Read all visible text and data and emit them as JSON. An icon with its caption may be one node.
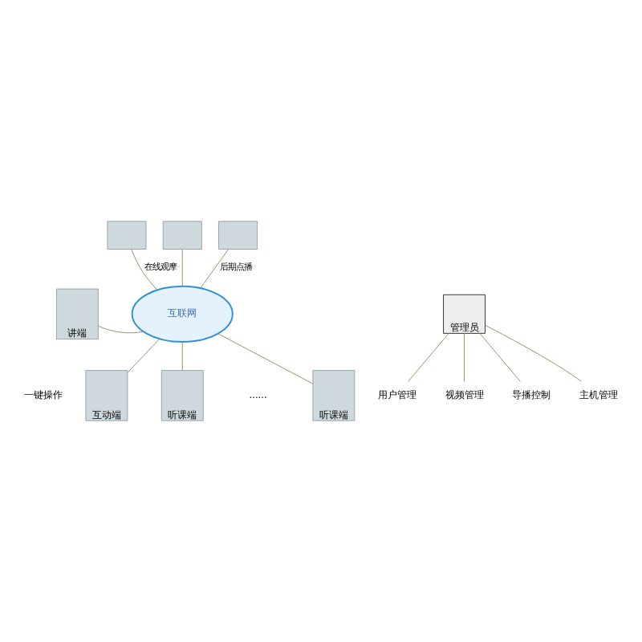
{
  "diagram": {
    "nodes": [
      {
        "text": [],
        "shape": "box"
      },
      {
        "text": [],
        "shape": "box"
      },
      {
        "text": [],
        "shape": "box"
      },
      {
        "text": [
          "互联网"
        ]
      },
      {
        "text": [
          "讲端"
        ]
      },
      {
        "text": [
          "管理员"
        ]
      },
      {
        "text": [
          "用户管理"
        ]
      },
      {
        "text": [
          "视频管理"
        ]
      },
      {
        "text": [
          "导播控制"
        ]
      },
      {
        "text": [
          "主机管理"
        ]
      },
      {
        "text": [
          "互动端"
        ]
      },
      {
        "text": [
          "听课端"
        ]
      },
      {
        "text": [
          "听课端"
        ]
      }
    ],
    "edges": [
      {
        "from": 0,
        "to": 3,
        "arrow": "none",
        "label": "在线观摩"
      },
      {
        "from": 1,
        "to": 3,
        "arrow": "none"
      },
      {
        "from": 2,
        "to": 3,
        "arrow": "none",
        "label": "后期点播"
      },
      {
        "from": 4,
        "to": 3,
        "arrow": "none"
      },
      {
        "from": 5,
        "to": 6,
        "arrow": "none"
      },
      {
        "from": 5,
        "to": 7,
        "arrow": "none"
      },
      {
        "from": 5,
        "to": 8,
        "arrow": "none"
      },
      {
        "from": 5,
        "to": 9,
        "arrow": "none"
      },
      {
        "from": 3,
        "to": 10,
        "arrow": "none"
      },
      {
        "from": 3,
        "to": 11,
        "arrow": "none"
      },
      {
        "from": 3,
        "to": 12,
        "arrow": "none"
      }
    ],
    "labels": [
      "一键操作",
      "......"
    ]
  }
}
